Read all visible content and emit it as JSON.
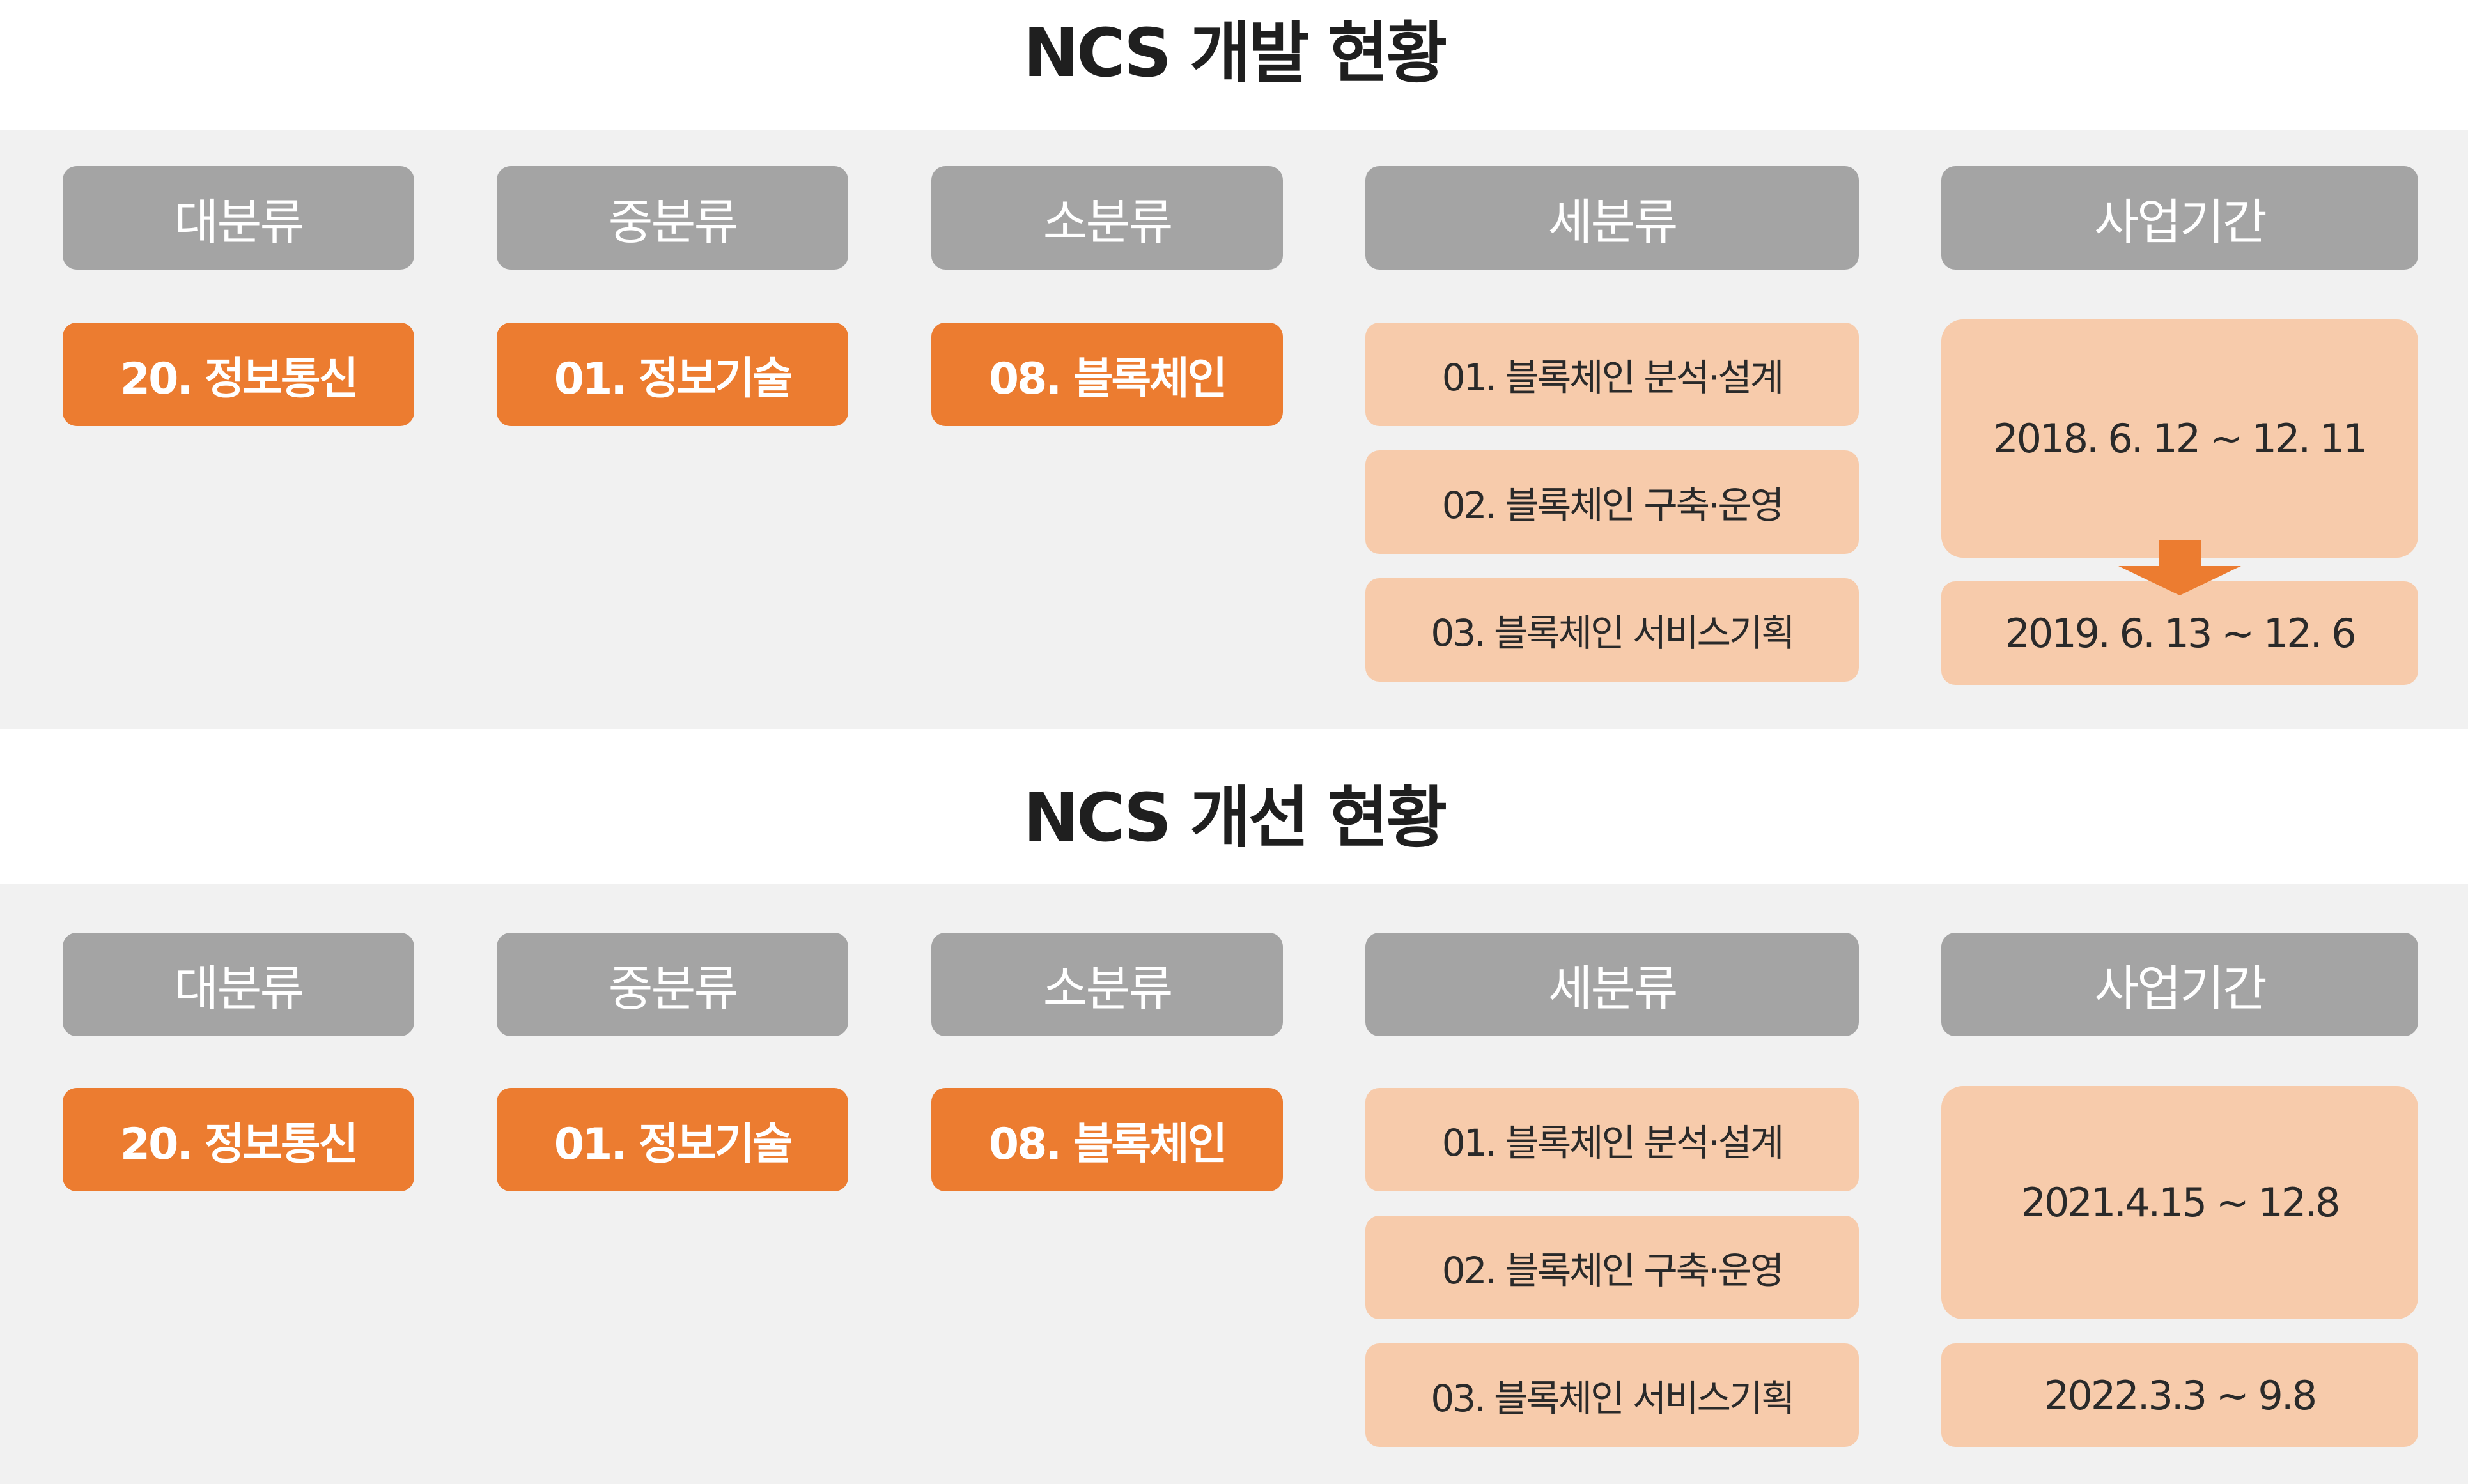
{
  "sections": [
    {
      "title": "NCS 개발 현황",
      "headers": [
        "대분류",
        "중분류",
        "소분류",
        "세분류",
        "사업기간"
      ],
      "major": "20. 정보통신",
      "middle": "01. 정보기술",
      "minor": "08. 블록체인",
      "subs": [
        "01. 블록체인 분석·설계",
        "02. 블록체인 구축·운영",
        "03. 블록체인 서비스기획"
      ],
      "periods": [
        "2018. 6. 12 ~ 12. 11",
        "2019. 6. 13 ~ 12. 6"
      ]
    },
    {
      "title": "NCS 개선 현황",
      "headers": [
        "대분류",
        "중분류",
        "소분류",
        "세분류",
        "사업기간"
      ],
      "major": "20. 정보통신",
      "middle": "01. 정보기술",
      "minor": "08. 블록체인",
      "subs": [
        "01. 블록체인 분석·설계",
        "02. 블록체인 구축·운영",
        "03. 블록체인 서비스기획"
      ],
      "periods": [
        "2021.4.15 ~ 12.8",
        "2022.3.3 ~ 9.8"
      ]
    }
  ],
  "colors": {
    "header": "#a4a4a4",
    "category": "#ec7c30",
    "light": "#f7cbab",
    "band": "#f1f1f1",
    "arrow": "#ec7c30"
  },
  "icons": {
    "period_arrow": "down-arrow-icon"
  }
}
